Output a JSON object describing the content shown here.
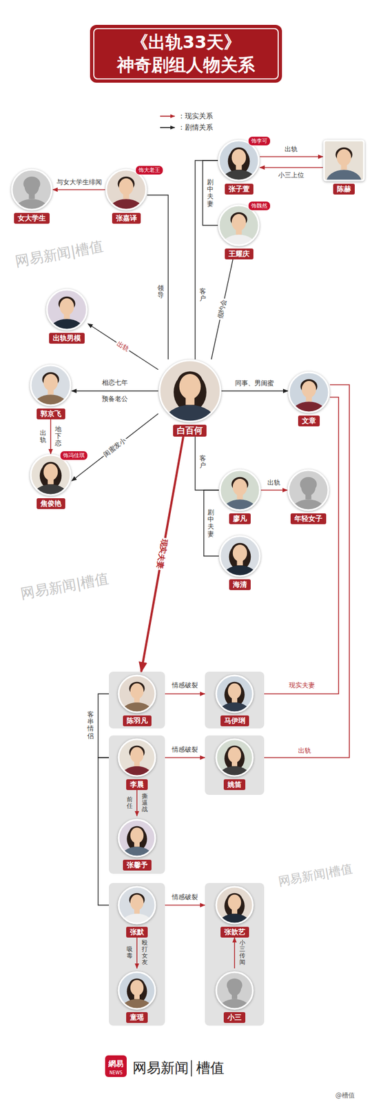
{
  "diagram": {
    "title": "《出轨33天》 神奇剧组人物关系",
    "nodes": [
      {
        "text": [
          "女大学生"
        ]
      },
      {
        "text": [
          "张嘉译",
          "饰大老王"
        ]
      },
      {
        "text": [
          "张子萱",
          "饰李可"
        ]
      },
      {
        "text": [
          "陈赫"
        ]
      },
      {
        "text": [
          "王耀庆",
          "饰魏然"
        ]
      },
      {
        "text": [
          "出轨男模"
        ]
      },
      {
        "text": [
          "郭京飞"
        ]
      },
      {
        "text": [
          "白百何"
        ]
      },
      {
        "text": [
          "文章"
        ]
      },
      {
        "text": [
          "焦俊艳",
          "饰冯佳琪"
        ]
      },
      {
        "text": [
          "廖凡"
        ]
      },
      {
        "text": [
          "年轻女子"
        ]
      },
      {
        "text": [
          "海清"
        ]
      },
      {
        "text": [
          "陈羽凡"
        ]
      },
      {
        "text": [
          "马伊琍"
        ]
      },
      {
        "text": [
          "李晨"
        ]
      },
      {
        "text": [
          "姚笛"
        ]
      },
      {
        "text": [
          "张馨予"
        ]
      },
      {
        "text": [
          "张默"
        ]
      },
      {
        "text": [
          "张歆艺"
        ]
      },
      {
        "text": [
          "童瑶"
        ]
      },
      {
        "text": [
          "小三"
        ]
      }
    ],
    "edges": [
      {
        "from": 1,
        "to": 0,
        "label": "与女大学生绯闻",
        "arrow": "to"
      },
      {
        "from": 2,
        "to": 3,
        "label": "出轨",
        "arrow": "to"
      },
      {
        "from": 3,
        "to": 2,
        "label": "小三上位",
        "arrow": "to"
      },
      {
        "from": 2,
        "to": 4,
        "label": "剧中夫妻",
        "arrow": "none"
      },
      {
        "from": 7,
        "to": 1,
        "label": "领导",
        "arrow": "none"
      },
      {
        "from": 7,
        "to": 2,
        "label": "客户",
        "arrow": "none"
      },
      {
        "from": 7,
        "to": 4,
        "label": "假约会",
        "arrow": "none"
      },
      {
        "from": 7,
        "to": 5,
        "label": "出轨",
        "arrow": "to"
      },
      {
        "from": 7,
        "to": 6,
        "label": "相恋七年",
        "arrow": "to"
      },
      {
        "from": 7,
        "to": 8,
        "label": "同事、男闺蜜",
        "arrow": "to"
      },
      {
        "from": 6,
        "to": 9,
        "label": "出轨",
        "arrow": "to"
      },
      {
        "from": 7,
        "to": 9,
        "label": "闺蜜发小",
        "arrow": "to"
      },
      {
        "from": 7,
        "to": 10,
        "label": "客户",
        "arrow": "none"
      },
      {
        "from": 10,
        "to": 11,
        "label": "出轨",
        "arrow": "to"
      },
      {
        "from": 10,
        "to": 12,
        "label": "剧中夫妻",
        "arrow": "none"
      },
      {
        "from": 7,
        "to": 13,
        "label": "现实夫妻",
        "arrow": "to"
      },
      {
        "from": 8,
        "to": 14,
        "label": "现实夫妻",
        "arrow": "none"
      },
      {
        "from": 8,
        "to": 16,
        "label": "出轨",
        "arrow": "none"
      },
      {
        "from": 13,
        "to": 14,
        "label": "情感破裂",
        "arrow": "to"
      },
      {
        "from": 13,
        "to": 15,
        "label": "客串情侣",
        "arrow": "none"
      },
      {
        "from": 15,
        "to": 16,
        "label": "情感破裂",
        "arrow": "to"
      },
      {
        "from": 15,
        "to": 17,
        "label": "前任",
        "arrow": "to"
      },
      {
        "from": 15,
        "to": 18,
        "arrow": "none"
      },
      {
        "from": 18,
        "to": 19,
        "label": "情感破裂",
        "arrow": "to"
      },
      {
        "from": 18,
        "to": 20,
        "label": "殴打女友",
        "arrow": "to"
      },
      {
        "from": 21,
        "to": 19,
        "label": "小三传闻",
        "arrow": "to"
      }
    ],
    "labels": [
      "预备老公",
      "地下恋",
      "撕逼战",
      "吸毒",
      "网易新闻|槽值",
      "网易新闻|槽值",
      "网易新闻|槽值",
      "網易",
      "NEWS",
      "网易新闻",
      "槽值",
      "@槽值"
    ],
    "legend": [
      {
        "text": "：现实关系"
      },
      {
        "text": "：剧情关系"
      }
    ]
  }
}
